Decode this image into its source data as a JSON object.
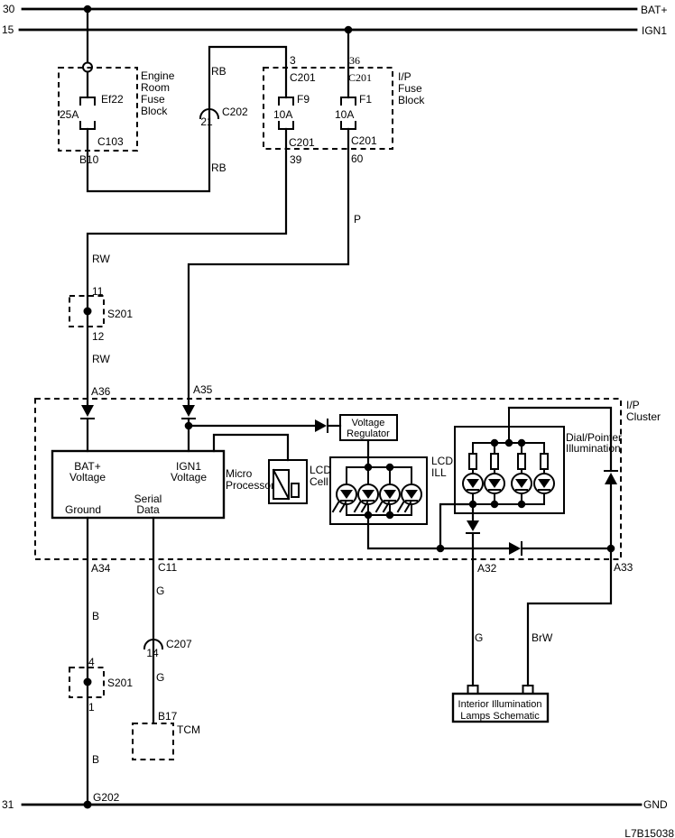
{
  "colors": {
    "ink": "#000000",
    "paper": "#ffffff"
  },
  "doc_code": "L7B15038",
  "rails": {
    "bat": {
      "terminal": "30",
      "label": "BAT+"
    },
    "ign": {
      "terminal": "15",
      "label": "IGN1"
    },
    "gnd": {
      "terminal": "31",
      "label": "GND"
    }
  },
  "engine_room_fuse_block": {
    "title": [
      "Engine",
      "Room",
      "Fuse",
      "Block"
    ],
    "fuse": "Ef22",
    "rating": "25A",
    "connector": "C103",
    "pin": "B10"
  },
  "ip_fuse_block": {
    "title": [
      "I/P",
      "Fuse",
      "Block"
    ],
    "f9": {
      "pin_in": "3",
      "conn_in": "C201",
      "name": "F9",
      "rating": "10A",
      "conn_out": "C201",
      "pin_out": "39"
    },
    "f1": {
      "pin_in": "36",
      "conn_in": "C201",
      "name": "F1",
      "rating": "10A",
      "conn_out": "C201",
      "pin_out": "60"
    }
  },
  "inline_connectors": {
    "c202": {
      "name": "C202",
      "pin": "21"
    },
    "c207": {
      "name": "C207",
      "pin": "14"
    }
  },
  "splices": {
    "s201_upper": {
      "name": "S201",
      "pin_in": "11",
      "pin_out": "12"
    },
    "s201_lower": {
      "name": "S201",
      "pin_in": "4",
      "pin_out": "1"
    }
  },
  "wires": {
    "rb_upper": "RB",
    "rb_lower": "RB",
    "rw_upper": "RW",
    "rw_lower": "RW",
    "p": "P",
    "b_upper": "B",
    "b_lower": "B",
    "g_upper": "G",
    "g_lower": "G",
    "g_lamp": "G",
    "brw": "BrW"
  },
  "ip_cluster": {
    "title": [
      "I/P",
      "Cluster"
    ],
    "pins": {
      "a36": "A36",
      "a35": "A35",
      "a34": "A34",
      "c11": "C11",
      "a32": "A32",
      "a33": "A33"
    },
    "micro_processor": {
      "label": [
        "Micro",
        "Processor"
      ],
      "bat": [
        "BAT+",
        "Voltage"
      ],
      "ign": [
        "IGN1",
        "Voltage"
      ],
      "serial": [
        "Serial",
        "Data"
      ],
      "ground": "Ground"
    },
    "voltage_regulator": [
      "Voltage",
      "Regulator"
    ],
    "lcd_cell": [
      "LCD",
      "Cell"
    ],
    "lcd_ill": [
      "LCD",
      "ILL"
    ],
    "dial_pointer": [
      "Dial/Pointer",
      "Illumination"
    ]
  },
  "tcm": {
    "pin": "B17",
    "name": "TCM"
  },
  "ground_point": "G202",
  "interior_lamps": [
    "Interior Illumination",
    "Lamps Schematic"
  ]
}
